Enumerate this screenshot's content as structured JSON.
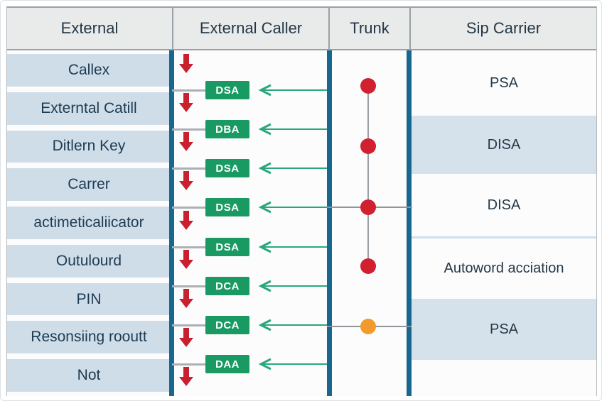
{
  "header": {
    "columns": [
      "External",
      "External Caller",
      "Trunk",
      "Sip Carrier"
    ]
  },
  "external": {
    "rows": [
      {
        "label": "Callex"
      },
      {
        "label": "Externtal Catill"
      },
      {
        "label": "Ditlern Key"
      },
      {
        "label": "Carrer"
      },
      {
        "label": "actimeticaliicator"
      },
      {
        "label": "Outulourd"
      },
      {
        "label": "PIN"
      },
      {
        "label": "Resonsiing rooutt"
      },
      {
        "label": "Not"
      }
    ]
  },
  "external_caller": {
    "badges": [
      {
        "label": "DSA"
      },
      {
        "label": "DBA"
      },
      {
        "label": "DSA"
      },
      {
        "label": "DSA"
      },
      {
        "label": "DSA"
      },
      {
        "label": "DCA"
      },
      {
        "label": "DCA"
      },
      {
        "label": "DAA"
      }
    ],
    "down_arrow_count": 9
  },
  "trunk": {
    "dots": [
      {
        "color": "#d1202f"
      },
      {
        "color": "#d1202f"
      },
      {
        "color": "#d1202f"
      },
      {
        "color": "#d1202f"
      },
      {
        "color": "#f29b2c"
      }
    ]
  },
  "sip_carrier": {
    "sections": [
      {
        "label": "PSA",
        "highlighted": false
      },
      {
        "label": "DISA",
        "highlighted": true
      },
      {
        "label": "DISA",
        "highlighted": false
      },
      {
        "label": "",
        "divider": true
      },
      {
        "label": "Autoword acciation",
        "highlighted": false
      },
      {
        "label": "PSA",
        "highlighted": true
      },
      {
        "label": "",
        "highlighted": false
      }
    ]
  },
  "colors": {
    "teal_border": "#17678e",
    "row_blue": "#cfdde8",
    "badge_green": "#189a62",
    "arrow_green": "#2aa87a",
    "red": "#c9202f",
    "orange": "#f29b2c",
    "line_gray": "#9aa0a4",
    "section_blue": "#d5e1eb",
    "header_bg": "#e9eaea"
  }
}
